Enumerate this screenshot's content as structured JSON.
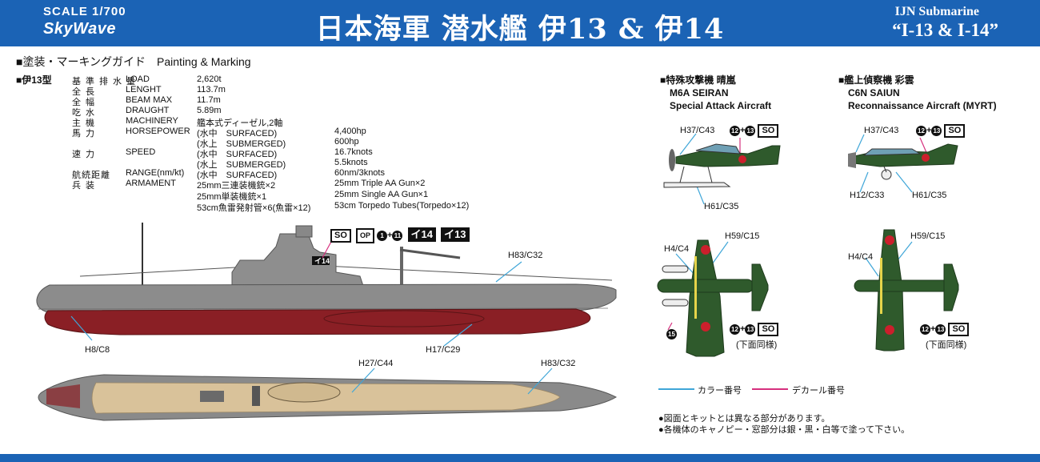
{
  "header": {
    "scale": "SCALE 1/700",
    "logo": "SkyWave",
    "title_jp": "日本海軍 潜水艦 伊13 & 伊14",
    "title_en_line1": "IJN Submarine",
    "title_en_line2": "“I-13 & I-14”"
  },
  "section_title": "■塗装・マーキングガイド　Painting & Marking",
  "ship_label": "■伊13型",
  "specs": [
    {
      "jp": "基準排水量",
      "en": "LOAD",
      "v1": "2,620t",
      "v2": ""
    },
    {
      "jp": "全長",
      "en": "LENGHT",
      "v1": "113.7m",
      "v2": ""
    },
    {
      "jp": "全幅",
      "en": "BEAM MAX",
      "v1": "11.7m",
      "v2": ""
    },
    {
      "jp": "吃水",
      "en": "DRAUGHT",
      "v1": "5.89m",
      "v2": ""
    },
    {
      "jp": "主機",
      "en": "MACHINERY",
      "v1": "艦本式ディーゼル,2軸",
      "v2": ""
    },
    {
      "jp": "馬力",
      "en": "HORSEPOWER",
      "v1": "(水中　SURFACED)",
      "v2": "4,400hp"
    },
    {
      "jp": "",
      "en": "",
      "v1": "(水上　SUBMERGED)",
      "v2": "600hp"
    },
    {
      "jp": "速力",
      "en": "SPEED",
      "v1": "(水中　SURFACED)",
      "v2": "16.7knots"
    },
    {
      "jp": "",
      "en": "",
      "v1": "(水上　SUBMERGED)",
      "v2": "5.5knots"
    },
    {
      "jp": "航続距離",
      "en": "RANGE(nm/kt)",
      "v1": "(水中　SURFACED)",
      "v2": "60nm/3knots"
    },
    {
      "jp": "兵装",
      "en": "ARMAMENT",
      "v1": "25mm三連装機銃×2",
      "v2": "25mm Triple AA Gun×2"
    },
    {
      "jp": "",
      "en": "",
      "v1": "25mm単装機銃×1",
      "v2": "25mm Single AA Gun×1"
    },
    {
      "jp": "",
      "en": "",
      "v1": "53cm魚雷発射管×6(魚雷×12)",
      "v2": "53cm Torpedo Tubes(Torpedo×12)"
    }
  ],
  "sub_labels": {
    "h83_top": "H83/C32",
    "h8": "H8/C8",
    "h17": "H17/C29",
    "h27": "H27/C44",
    "h83_bottom": "H83/C32"
  },
  "sub_markings": {
    "so": "SO",
    "op": "OP",
    "range_a": "1",
    "range_b": "11",
    "plus": "+",
    "i14": "イ14",
    "i13": "イ13",
    "tower_num": "イ14"
  },
  "seiran": {
    "jp": "■特殊攻撃機 晴嵐",
    "model": "M6A SEIRAN",
    "desc": "Special Attack Aircraft",
    "h37": "H37/C43",
    "h61": "H61/C35",
    "h4": "H4/C4",
    "h59": "H59/C15",
    "under_note": "(下面同様)",
    "decal_12": "12",
    "decal_13": "13",
    "decal_15": "15"
  },
  "saiun": {
    "jp": "■艦上偵察機 彩雲",
    "model": "C6N SAIUN",
    "desc": "Reconnaissance Aircraft (MYRT)",
    "h37": "H37/C43",
    "h12": "H12/C33",
    "h61": "H61/C35",
    "h4": "H4/C4",
    "h59": "H59/C15",
    "under_note": "(下面同様)"
  },
  "legend": {
    "color_number": "カラー番号",
    "decal_number": "デカール番号",
    "color_line": "#3fa6d8",
    "decal_line": "#d6307e"
  },
  "notes": [
    "●図面とキットとは異なる部分があります。",
    "●各機体のキャノピー・窓部分は銀・黒・白等で塗って下さい。"
  ],
  "colors": {
    "header_blue": "#1b63b5",
    "hull_gray": "#8a8a8a",
    "hull_red": "#8a1f25",
    "deck_wood": "#d9c29a",
    "aircraft_green": "#2f5a2c",
    "hinomaru": "#cc1f2c"
  }
}
